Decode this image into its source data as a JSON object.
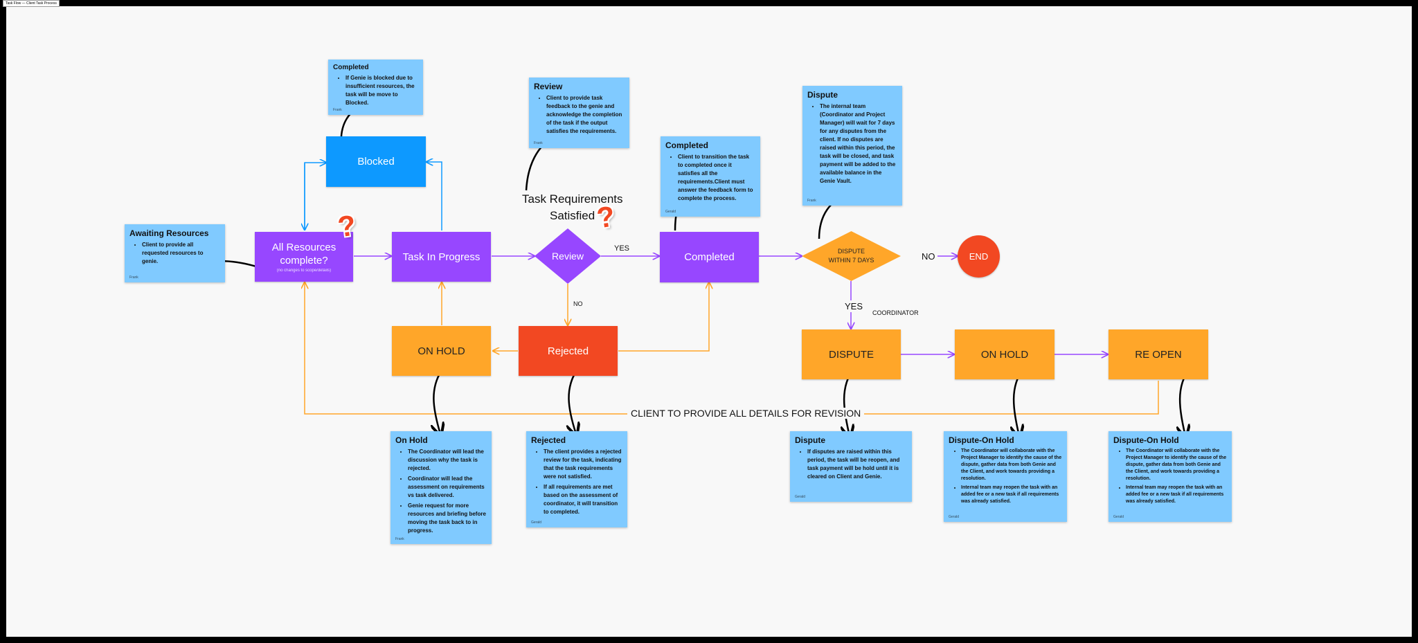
{
  "window_title": "Task Flow — Client Task Process",
  "colors": {
    "purple": "#9747ff",
    "blue": "#0d99ff",
    "orange": "#ffa629",
    "red": "#f24822",
    "note": "#80caff"
  },
  "nodes": {
    "all_resources": "All Resources complete?",
    "all_resources_sub": "(no changes to scope/details)",
    "task_in_progress": "Task In Progress",
    "blocked": "Blocked",
    "review": "Review",
    "completed": "Completed",
    "dispute_decision": "DISPUTE WITHIN 7 DAYS",
    "end": "END",
    "on_hold": "ON HOLD",
    "rejected": "Rejected",
    "dispute": "DISPUTE",
    "dispute_on_hold": "ON HOLD",
    "re_open": "RE OPEN"
  },
  "labels": {
    "yes_review": "YES",
    "no_review": "NO",
    "no_dispute": "NO",
    "yes_dispute": "YES",
    "coordinator": "COORDINATOR",
    "task_requirements_line1": "Task Requirements",
    "task_requirements_line2": "Satisfied",
    "revision": "CLIENT TO PROVIDE ALL DETAILS FOR REVISION",
    "question_mark": "?"
  },
  "notes": {
    "completed_blocked": {
      "title": "Completed",
      "items": [
        "If Genie is blocked due to insufficient resources, the task will be move to Blocked."
      ],
      "author": "Frank"
    },
    "review": {
      "title": "Review",
      "items": [
        "Client to provide task feedback to the genie and acknowledge the completion of the task if the output satisfies the requirements."
      ],
      "author": "Frank"
    },
    "completed": {
      "title": "Completed",
      "items": [
        "Client to transition the task to completed once it satisfies all the requirements.Client must answer the feedback form to complete the process."
      ],
      "author": "Gerald"
    },
    "dispute_top": {
      "title": "Dispute",
      "items": [
        "The internal team (Coordinator and Project Manager) will wait for 7 days for any disputes from the client. If no disputes are raised within this period, the task will be closed, and task payment will be added to the available balance in the Genie Vault."
      ],
      "author": "Frank"
    },
    "awaiting": {
      "title": "Awaiting Resources",
      "items": [
        "Client to provide all requested resources to genie."
      ],
      "author": "Frank"
    },
    "on_hold": {
      "title": "On Hold",
      "items": [
        "The Coordinator will lead the discussion why the task is rejected.",
        "Coordinator will lead the assessment on requirements vs task delivered.",
        "Genie request for more resources and briefing before moving the task back to in progress."
      ],
      "author": "Frank"
    },
    "rejected": {
      "title": "Rejected",
      "items": [
        "The client provides a rejected review for the task, indicating that the task requirements were not satisfied.",
        "If all requirements are met based on the assessment of coordinator, it will transition to completed."
      ],
      "author": "Gerald"
    },
    "dispute_bottom": {
      "title": "Dispute",
      "items": [
        "If disputes are raised within this period, the task will be reopen, and task payment will be hold until it is cleared on Client and Genie."
      ],
      "author": "Gerald"
    },
    "dispute_on_hold_1": {
      "title": "Dispute-On Hold",
      "items": [
        "The Coordinator will collaborate with the Project Manager to identify the cause of the dispute, gather data from both Genie and the Client, and work towards providing a resolution.",
        "Internal team may reopen the task with an added fee or a new task if all requirements was already satisfied."
      ],
      "author": "Gerald"
    },
    "dispute_on_hold_2": {
      "title": "Dispute-On Hold",
      "items": [
        "The Coordinator will collaborate with the Project Manager to identify the cause of the dispute, gather data from both Genie and the Client, and work towards providing a resolution.",
        "Internal team may reopen the task with an added fee or a new task if all requirements was already satisfied."
      ],
      "author": "Gerald"
    }
  }
}
